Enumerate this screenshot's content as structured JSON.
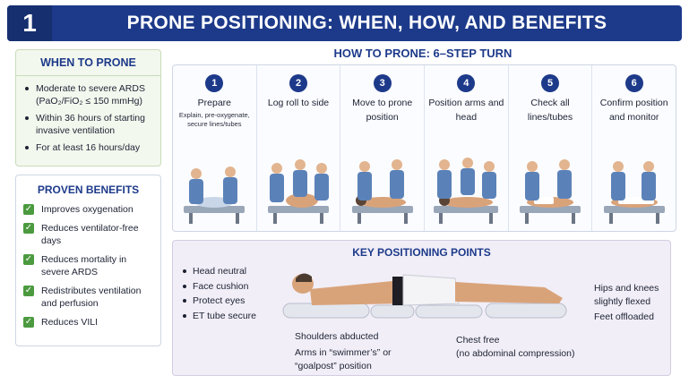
{
  "banner": {
    "number": "1",
    "title": "PRONE POSITIONING: WHEN, HOW, AND BENEFITS"
  },
  "when": {
    "title": "WHEN TO PRONE",
    "items": [
      "Moderate to severe ARDS (PaO₂/FiO₂ ≤ 150 mmHg)",
      "Within 36 hours of starting invasive ventilation",
      "For at least 16 hours/day"
    ]
  },
  "benefits": {
    "title": "PROVEN BENEFITS",
    "items": [
      "Improves oxygenation",
      "Reduces ventilator-free days",
      "Reduces mortality in severe ARDS",
      "Redistributes ventilation and perfusion",
      "Reduces VILI"
    ]
  },
  "steps": {
    "title": "HOW TO PRONE: 6–STEP TURN",
    "items": [
      {
        "num": "1",
        "label": "Prepare",
        "sub": "Explain, pre-oxygenate, secure lines/tubes"
      },
      {
        "num": "2",
        "label": "Log roll to side",
        "sub": ""
      },
      {
        "num": "3",
        "label": "Move to prone position",
        "sub": ""
      },
      {
        "num": "4",
        "label": "Position arms and head",
        "sub": ""
      },
      {
        "num": "5",
        "label": "Check all lines/tubes",
        "sub": ""
      },
      {
        "num": "6",
        "label": "Confirm position and monitor",
        "sub": ""
      }
    ]
  },
  "key": {
    "title": "KEY POSITIONING POINTS",
    "items": [
      "Head neutral",
      "Face cushion",
      "Protect eyes",
      "ET tube secure"
    ],
    "shoulders": "Shoulders abducted",
    "arms": "Arms in “swimmer’s” or “goalpost” position",
    "chest": "Chest free",
    "chest_note": "(no abdominal compression)",
    "hips": "Hips and knees slightly flexed",
    "feet": "Feet offloaded"
  },
  "colors": {
    "navy": "#1d3a8a",
    "check_green": "#4c9a3f",
    "scrub_blue": "#5b82b8"
  },
  "icons": {
    "check": "check-icon"
  }
}
